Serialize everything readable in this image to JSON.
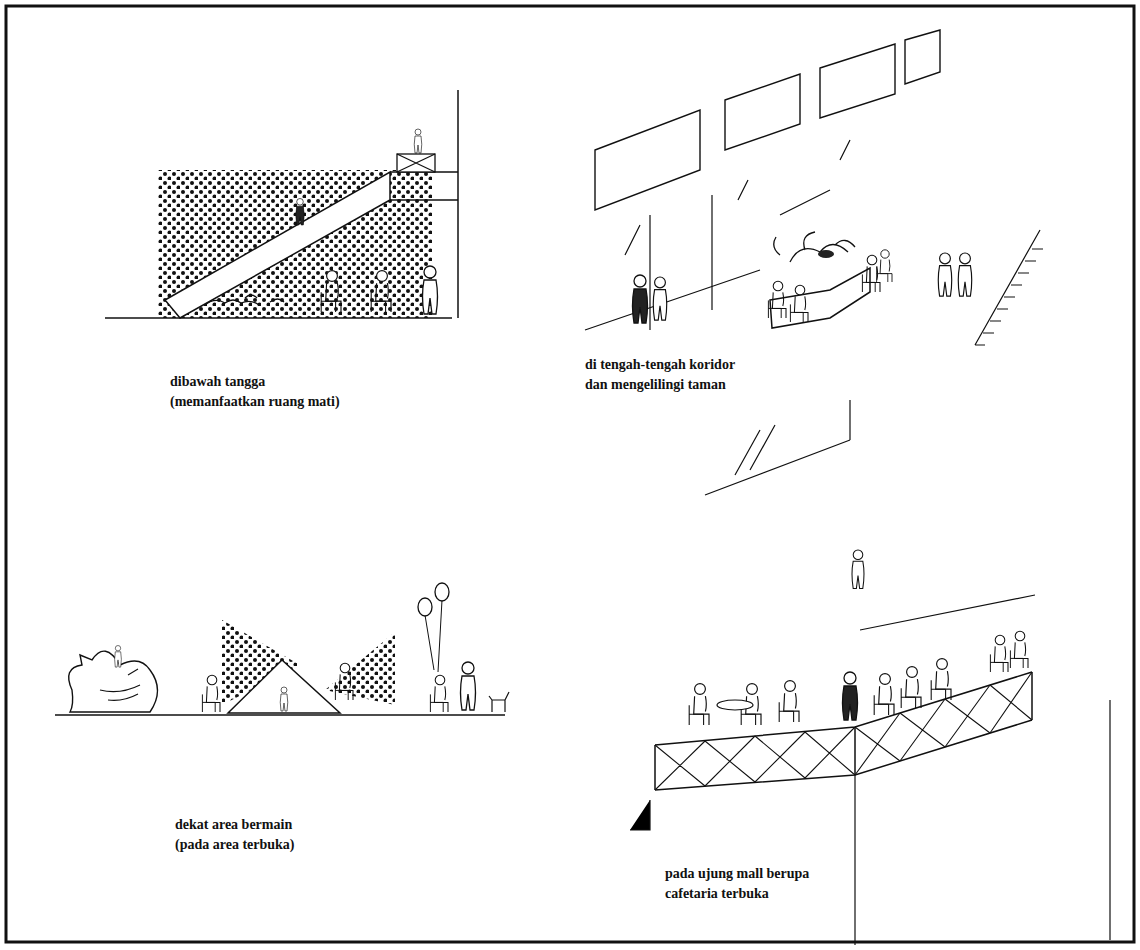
{
  "diagram": {
    "labels": [
      "dibawah tangga",
      "(memanfaatkan ruang mati)",
      "di tengah-tengah koridor dan mengelilingi taman",
      "dekat area bermain",
      "(pada area terbuka)",
      "pada ujung mall berupa cafetaria terbuka"
    ]
  }
}
